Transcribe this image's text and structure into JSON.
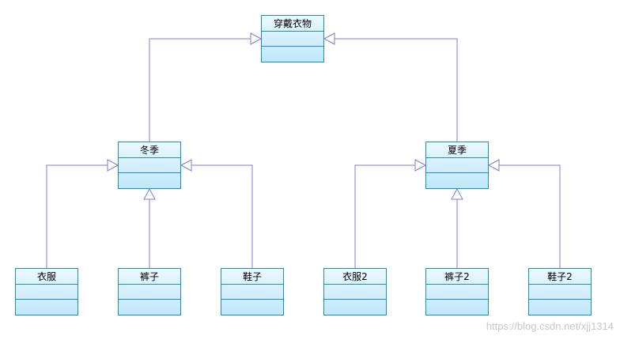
{
  "diagram": {
    "type": "uml-class-diagram",
    "edge_color": "#7d7dd6",
    "box_border_color": "#1f8fb8",
    "classes": {
      "root": "穿戴衣物",
      "winter": "冬季",
      "summer": "夏季",
      "winter_clothes": "衣服",
      "winter_pants": "裤子",
      "winter_shoes": "鞋子",
      "summer_clothes": "衣服2",
      "summer_pants": "裤子2",
      "summer_shoes": "鞋子2"
    },
    "generalizations": [
      {
        "from": "winter",
        "to": "root"
      },
      {
        "from": "summer",
        "to": "root"
      },
      {
        "from": "winter_clothes",
        "to": "winter"
      },
      {
        "from": "winter_pants",
        "to": "winter"
      },
      {
        "from": "winter_shoes",
        "to": "winter"
      },
      {
        "from": "summer_clothes",
        "to": "summer"
      },
      {
        "from": "summer_pants",
        "to": "summer"
      },
      {
        "from": "summer_shoes",
        "to": "summer"
      }
    ]
  },
  "watermark": "https://blog.csdn.net/xjj1314"
}
